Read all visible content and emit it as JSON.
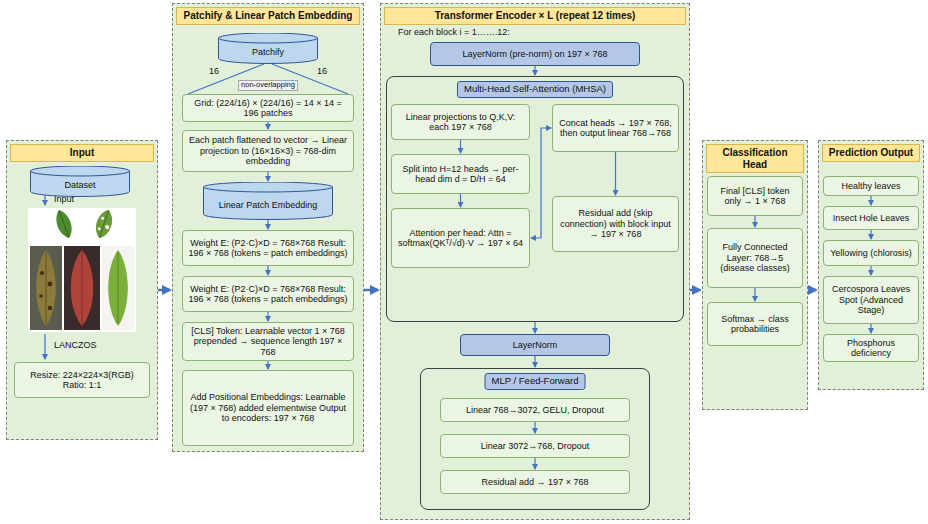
{
  "diagram": {
    "nodes": [
      {
        "text": [
          "Input"
        ]
      },
      {
        "text": [
          "Dataset"
        ],
        "in": 0
      },
      {
        "text": [
          "Resize: 224×224×3(RGB) Ratio: 1:1"
        ],
        "in": 0
      },
      {
        "text": [
          "Patchify & Linear Patch Embedding"
        ]
      },
      {
        "text": [
          "Patchify"
        ],
        "in": 3
      },
      {
        "text": [
          "Grid: (224/16) × (224/16) = 14 × 14 = 196 patches"
        ],
        "in": 3
      },
      {
        "text": [
          "Each patch flattened to vector → Linear projection to (16×16×3) = 768-dim embedding"
        ],
        "in": 3
      },
      {
        "text": [
          "Linear Patch Embedding"
        ],
        "in": 3
      },
      {
        "text": [
          "Weight E: (P2·C)×D = 768×768 Result: 196 × 768 (tokens = patch embeddings)"
        ],
        "in": 3
      },
      {
        "text": [
          "Weight E: (P2·C)×D = 768×768 Result: 196 × 768 (tokens = patch embeddings)"
        ],
        "in": 3
      },
      {
        "text": [
          "[CLS] Token: Learnable vector 1 × 768 prepended → sequence length 197 × 768"
        ],
        "in": 3
      },
      {
        "text": [
          "Add Positional Embeddings: Learnable (197 × 768) added elementwise Output to encoders: 197 × 768"
        ],
        "in": 3
      },
      {
        "text": [
          "Transformer Encoder × L (repeat 12 times)"
        ]
      },
      {
        "text": [
          "LayerNorm (pre-norm) on 197 × 768"
        ],
        "in": 12
      },
      {
        "text": [
          "Multi-Head Self-Attention (MHSA)"
        ],
        "in": 12
      },
      {
        "text": [
          "Linear projections to Q,K,V: each 197 × 768"
        ],
        "in": 14
      },
      {
        "text": [
          "Split into H=12 heads → per-head dim d = D/H = 64"
        ],
        "in": 14
      },
      {
        "text": [
          "Attention per head: Attn = softmax(QKᵀ/√d)·V → 197 × 64"
        ],
        "in": 14
      },
      {
        "text": [
          "Concat heads → 197 × 768, then output linear 768→768"
        ],
        "in": 14
      },
      {
        "text": [
          "Residual add (skip connection) with block input → 197 × 768"
        ],
        "in": 14
      },
      {
        "text": [
          "LayerNorm"
        ],
        "in": 12
      },
      {
        "text": [
          "MLP / Feed-Forward"
        ],
        "in": 12
      },
      {
        "text": [
          "Linear 768→3072, GELU, Dropout"
        ],
        "in": 21
      },
      {
        "text": [
          "Linear 3072→768, Dropout"
        ],
        "in": 21
      },
      {
        "text": [
          "Residual add → 197 × 768"
        ],
        "in": 21
      },
      {
        "text": [
          "Classification Head"
        ]
      },
      {
        "text": [
          "Final [CLS] token only → 1 × 768"
        ],
        "in": 25
      },
      {
        "text": [
          "Fully Connected Layer: 768→5 (disease classes)"
        ],
        "in": 25
      },
      {
        "text": [
          "Softmax → class probabilities"
        ],
        "in": 25
      },
      {
        "text": [
          "Prediction Output"
        ]
      },
      {
        "text": [
          "Healthy leaves"
        ],
        "in": 29
      },
      {
        "text": [
          "Insect Hole Leaves"
        ],
        "in": 29
      },
      {
        "text": [
          "Yellowing (chlorosis)"
        ],
        "in": 29
      },
      {
        "text": [
          "Cercospora Leaves Spot (Advanced Stage)"
        ],
        "in": 29
      },
      {
        "text": [
          "Phosphorus deficiency"
        ],
        "in": 29
      }
    ],
    "edges": [
      {
        "from": 0,
        "to": 3,
        "arrow": "to"
      },
      {
        "from": 3,
        "to": 12,
        "arrow": "to"
      },
      {
        "from": 12,
        "to": 25,
        "arrow": "to"
      },
      {
        "from": 25,
        "to": 29,
        "arrow": "to"
      },
      {
        "from": 4,
        "to": 5,
        "label": "16",
        "arrow": "none"
      },
      {
        "from": 4,
        "to": 5,
        "label": "16",
        "arrow": "none"
      },
      {
        "from": 5,
        "to": 6,
        "arrow": "to"
      },
      {
        "from": 6,
        "to": 7,
        "arrow": "to"
      },
      {
        "from": 7,
        "to": 8,
        "arrow": "to"
      },
      {
        "from": 8,
        "to": 9,
        "arrow": "to"
      },
      {
        "from": 9,
        "to": 10,
        "arrow": "to"
      },
      {
        "from": 10,
        "to": 11,
        "arrow": "to"
      },
      {
        "from": 13,
        "to": 14,
        "arrow": "to"
      },
      {
        "from": 15,
        "to": 16,
        "arrow": "to"
      },
      {
        "from": 16,
        "to": 17,
        "arrow": "to"
      },
      {
        "from": 17,
        "to": 18,
        "arrow": "both"
      },
      {
        "from": 18,
        "to": 19,
        "arrow": "to"
      },
      {
        "from": 14,
        "to": 20,
        "arrow": "to"
      },
      {
        "from": 20,
        "to": 21,
        "arrow": "to"
      },
      {
        "from": 22,
        "to": 23,
        "arrow": "to"
      },
      {
        "from": 23,
        "to": 24,
        "arrow": "to"
      },
      {
        "from": 26,
        "to": 27,
        "arrow": "to"
      },
      {
        "from": 27,
        "to": 28,
        "arrow": "to"
      },
      {
        "from": 30,
        "to": 31,
        "arrow": "to"
      },
      {
        "from": 31,
        "to": 32,
        "arrow": "to"
      },
      {
        "from": 32,
        "to": 33,
        "arrow": "to"
      },
      {
        "from": 33,
        "to": 34,
        "arrow": "to"
      }
    ],
    "labels": [
      "Input",
      "LANCZOS",
      "non-overlapping",
      "For each block i = 1…….12:"
    ]
  }
}
